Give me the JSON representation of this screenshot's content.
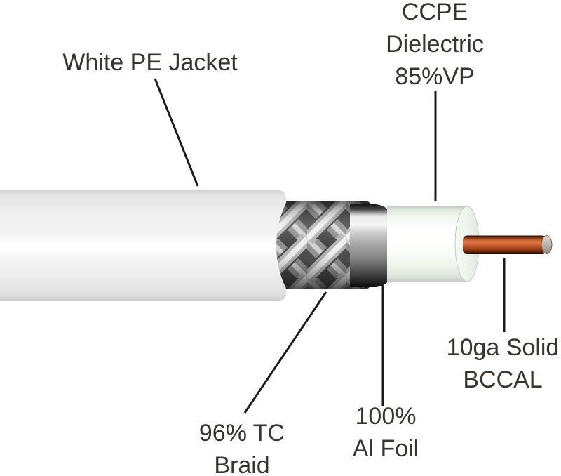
{
  "figure": {
    "kind": "coaxial-cable-cutaway-diagram",
    "background_color": "#ffffff"
  },
  "parts": {
    "jacket": {
      "label": "White PE Jacket"
    },
    "dielectric": {
      "label": "CCPE\nDielectric\n85%VP"
    },
    "braid": {
      "label": "96% TC\nBraid"
    },
    "foil": {
      "label": "100%\nAl Foil"
    },
    "conductor": {
      "label": "10ga Solid\nBCCAL"
    }
  },
  "colors": {
    "label_text": "#383431",
    "leader_line": "#1d1a19",
    "jacket_white": "#efefef",
    "braid_silver": "#b8b8b8",
    "foil_silver": "#c9c9c9",
    "dielectric_white": "#f5f8f3",
    "copper": "#c05a28",
    "conductor_tip_gray": "#b7b2ae"
  }
}
